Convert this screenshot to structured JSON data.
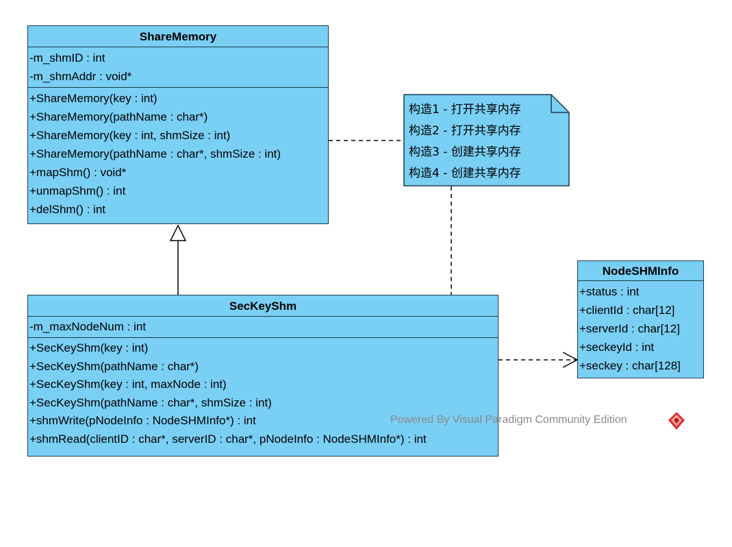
{
  "colors": {
    "class_fill": "#7acff5",
    "border": "#1a3a4a",
    "watermark_text": "#888888",
    "logo_red": "#d9302e"
  },
  "share_memory": {
    "name": "ShareMemory",
    "attributes": [
      "-m_shmID : int",
      "-m_shmAddr : void*"
    ],
    "operations": [
      "+ShareMemory(key : int)",
      "+ShareMemory(pathName : char*)",
      "+ShareMemory(key : int, shmSize : int)",
      "+ShareMemory(pathName : char*, shmSize : int)",
      "+mapShm() : void*",
      "+unmapShm() : int",
      "+delShm() : int"
    ]
  },
  "seckey_shm": {
    "name": "SecKeyShm",
    "attributes": [
      "-m_maxNodeNum : int"
    ],
    "operations": [
      "+SecKeyShm(key : int)",
      "+SecKeyShm(pathName : char*)",
      "+SecKeyShm(key : int, maxNode : int)",
      "+SecKeyShm(pathName : char*, shmSize : int)",
      "+shmWrite(pNodeInfo : NodeSHMInfo*) : int",
      "+shmRead(clientID : char*, serverID : char*, pNodeInfo : NodeSHMInfo*) : int"
    ]
  },
  "node_shm_info": {
    "name": "NodeSHMInfo",
    "attributes": [
      "+status : int",
      "+clientId : char[12]",
      "+serverId : char[12]",
      "+seckeyId : int",
      "+seckey : char[128]"
    ]
  },
  "note": {
    "lines": [
      "构造1 - 打开共享内存",
      "构造2 - 打开共享内存",
      "构造3 - 创建共享内存",
      "构造4 - 创建共享内存"
    ]
  },
  "watermark": {
    "text": "Powered By Visual Paradigm Community Edition",
    "logo_icon": "visual-paradigm-logo"
  }
}
